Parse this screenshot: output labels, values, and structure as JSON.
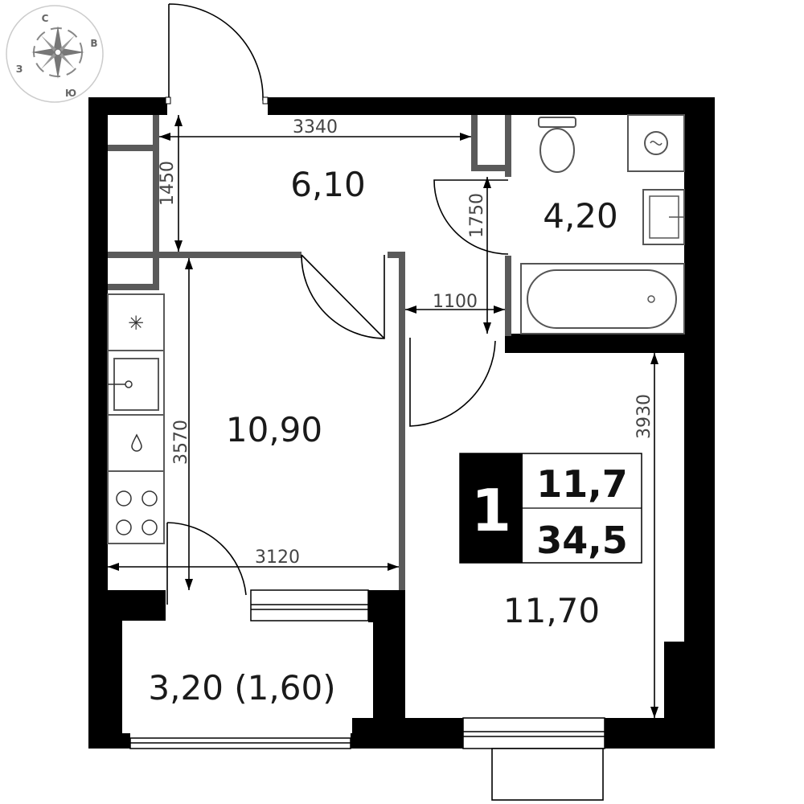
{
  "compass": {
    "north": "С",
    "east": "В",
    "south": "Ю",
    "west": "З"
  },
  "rooms": {
    "hall": "6,10",
    "bathroom": "4,20",
    "kitchen": "10,90",
    "bedroom": "11,70",
    "balcony": "3,20 (1,60)"
  },
  "dimensions": {
    "hall_width": "3340",
    "hall_depth": "1450",
    "bath_depth": "1750",
    "corridor_width": "1100",
    "kitchen_depth": "3570",
    "kitchen_width": "3120",
    "bedroom_depth": "3930"
  },
  "badge": {
    "rooms_count": "1",
    "living_area": "11,7",
    "total_area": "34,5"
  },
  "colors": {
    "wall": "#000000",
    "partition": "#5a5a5a"
  }
}
